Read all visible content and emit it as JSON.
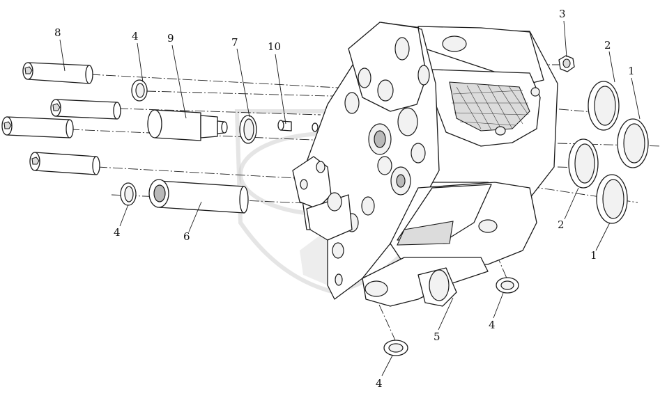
{
  "labels": {
    "l1a": "1",
    "l1b": "1",
    "l2a": "2",
    "l2b": "2",
    "l3": "3",
    "l4a": "4",
    "l4b": "4",
    "l4c": "4",
    "l4d": "4",
    "l5": "5",
    "l6": "6",
    "l7": "7",
    "l8": "8",
    "l9": "9",
    "l10": "10"
  }
}
